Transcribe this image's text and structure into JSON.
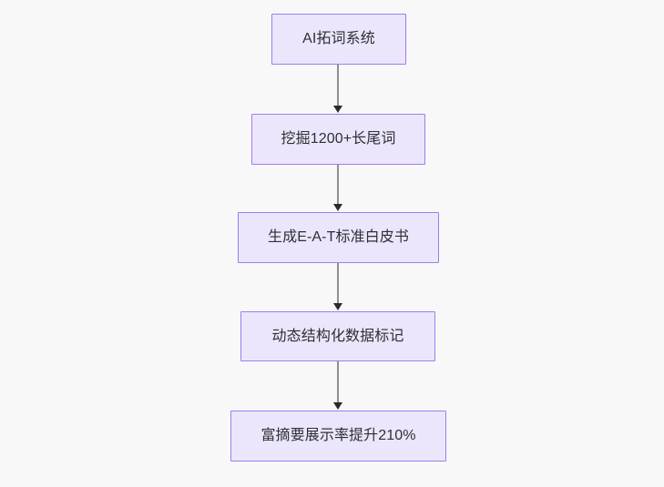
{
  "diagram": {
    "type": "flowchart",
    "direction": "top-to-bottom",
    "background_color": "#f8f8f8",
    "node_fill_color": "#ebe6fb",
    "node_border_color": "#9f7df0",
    "node_text_color": "#2f2f35",
    "edge_color": "#8f8f8f",
    "arrowhead_color": "#2b2b2b",
    "nodes": [
      {
        "id": "n1",
        "label": "AI拓词系统"
      },
      {
        "id": "n2",
        "label": "挖掘1200+长尾词"
      },
      {
        "id": "n3",
        "label": "生成E-A-T标准白皮书"
      },
      {
        "id": "n4",
        "label": "动态结构化数据标记"
      },
      {
        "id": "n5",
        "label": "富摘要展示率提升210%"
      }
    ],
    "edges": [
      {
        "from": "n1",
        "to": "n2"
      },
      {
        "from": "n2",
        "to": "n3"
      },
      {
        "from": "n3",
        "to": "n4"
      },
      {
        "from": "n4",
        "to": "n5"
      }
    ]
  }
}
